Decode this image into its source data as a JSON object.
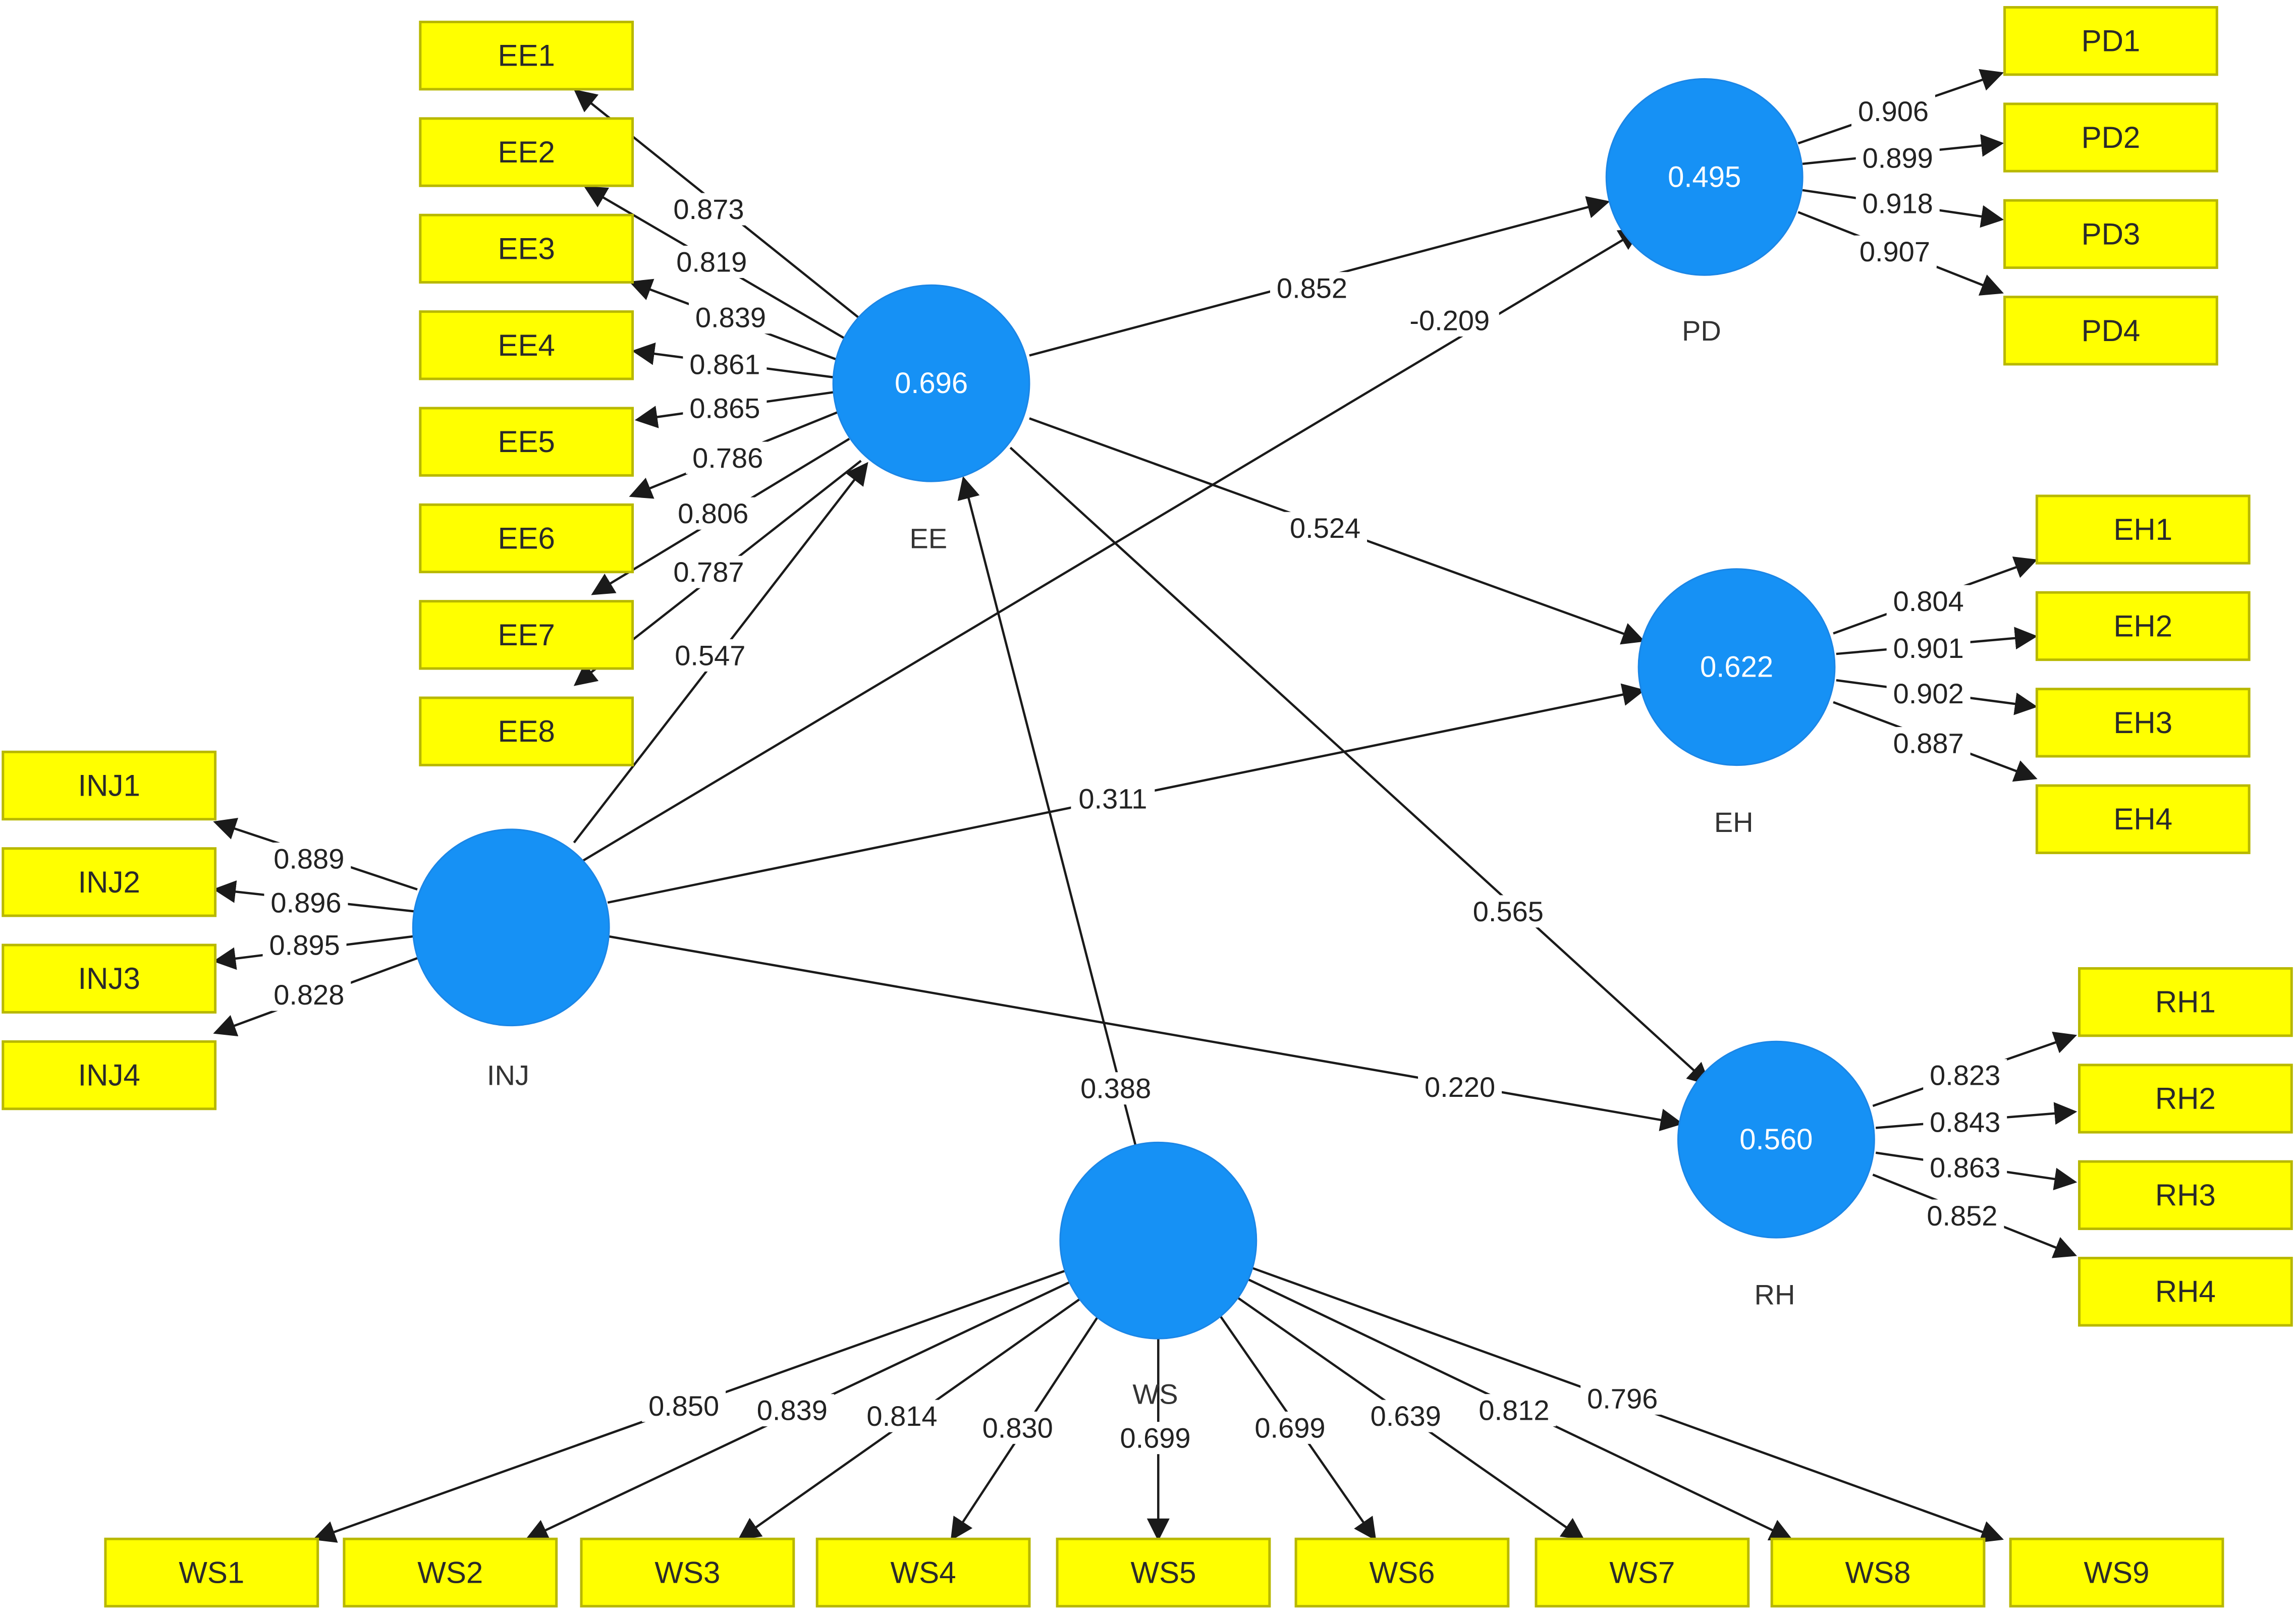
{
  "colors": {
    "construct_fill": "#1691f5",
    "indicator_fill": "#ffff00",
    "arrow": "#1a1a1a",
    "background": "#ffffff"
  },
  "constructs": [
    {
      "id": "EE",
      "label": "EE",
      "value": "0.696"
    },
    {
      "id": "PD",
      "label": "PD",
      "value": "0.495"
    },
    {
      "id": "EH",
      "label": "EH",
      "value": "0.622"
    },
    {
      "id": "RH",
      "label": "RH",
      "value": "0.560"
    },
    {
      "id": "INJ",
      "label": "INJ",
      "value": ""
    },
    {
      "id": "WS",
      "label": "WS",
      "value": ""
    }
  ],
  "indicators": [
    {
      "id": "EE1",
      "label": "EE1"
    },
    {
      "id": "EE2",
      "label": "EE2"
    },
    {
      "id": "EE3",
      "label": "EE3"
    },
    {
      "id": "EE4",
      "label": "EE4"
    },
    {
      "id": "EE5",
      "label": "EE5"
    },
    {
      "id": "EE6",
      "label": "EE6"
    },
    {
      "id": "EE7",
      "label": "EE7"
    },
    {
      "id": "EE8",
      "label": "EE8"
    },
    {
      "id": "PD1",
      "label": "PD1"
    },
    {
      "id": "PD2",
      "label": "PD2"
    },
    {
      "id": "PD3",
      "label": "PD3"
    },
    {
      "id": "PD4",
      "label": "PD4"
    },
    {
      "id": "EH1",
      "label": "EH1"
    },
    {
      "id": "EH2",
      "label": "EH2"
    },
    {
      "id": "EH3",
      "label": "EH3"
    },
    {
      "id": "EH4",
      "label": "EH4"
    },
    {
      "id": "RH1",
      "label": "RH1"
    },
    {
      "id": "RH2",
      "label": "RH2"
    },
    {
      "id": "RH3",
      "label": "RH3"
    },
    {
      "id": "RH4",
      "label": "RH4"
    },
    {
      "id": "INJ1",
      "label": "INJ1"
    },
    {
      "id": "INJ2",
      "label": "INJ2"
    },
    {
      "id": "INJ3",
      "label": "INJ3"
    },
    {
      "id": "INJ4",
      "label": "INJ4"
    },
    {
      "id": "WS1",
      "label": "WS1"
    },
    {
      "id": "WS2",
      "label": "WS2"
    },
    {
      "id": "WS3",
      "label": "WS3"
    },
    {
      "id": "WS4",
      "label": "WS4"
    },
    {
      "id": "WS5",
      "label": "WS5"
    },
    {
      "id": "WS6",
      "label": "WS6"
    },
    {
      "id": "WS7",
      "label": "WS7"
    },
    {
      "id": "WS8",
      "label": "WS8"
    },
    {
      "id": "WS9",
      "label": "WS9"
    }
  ],
  "paths": [
    {
      "from": "EE",
      "to": "PD",
      "value": "0.852"
    },
    {
      "from": "INJ",
      "to": "PD",
      "value": "-0.209"
    },
    {
      "from": "EE",
      "to": "EH",
      "value": "0.524"
    },
    {
      "from": "INJ",
      "to": "EH",
      "value": "0.311"
    },
    {
      "from": "EE",
      "to": "RH",
      "value": "0.565"
    },
    {
      "from": "INJ",
      "to": "RH",
      "value": "0.220"
    },
    {
      "from": "INJ",
      "to": "EE",
      "value": "0.547"
    },
    {
      "from": "WS",
      "to": "EE",
      "value": "0.388"
    }
  ],
  "loadings": [
    {
      "construct": "EE",
      "indicator": "EE1",
      "value": "0.873"
    },
    {
      "construct": "EE",
      "indicator": "EE2",
      "value": "0.819"
    },
    {
      "construct": "EE",
      "indicator": "EE3",
      "value": "0.839"
    },
    {
      "construct": "EE",
      "indicator": "EE4",
      "value": "0.861"
    },
    {
      "construct": "EE",
      "indicator": "EE5",
      "value": "0.865"
    },
    {
      "construct": "EE",
      "indicator": "EE6",
      "value": "0.786"
    },
    {
      "construct": "EE",
      "indicator": "EE7",
      "value": "0.806"
    },
    {
      "construct": "EE",
      "indicator": "EE8",
      "value": "0.787"
    },
    {
      "construct": "PD",
      "indicator": "PD1",
      "value": "0.906"
    },
    {
      "construct": "PD",
      "indicator": "PD2",
      "value": "0.899"
    },
    {
      "construct": "PD",
      "indicator": "PD3",
      "value": "0.918"
    },
    {
      "construct": "PD",
      "indicator": "PD4",
      "value": "0.907"
    },
    {
      "construct": "EH",
      "indicator": "EH1",
      "value": "0.804"
    },
    {
      "construct": "EH",
      "indicator": "EH2",
      "value": "0.901"
    },
    {
      "construct": "EH",
      "indicator": "EH3",
      "value": "0.902"
    },
    {
      "construct": "EH",
      "indicator": "EH4",
      "value": "0.887"
    },
    {
      "construct": "RH",
      "indicator": "RH1",
      "value": "0.823"
    },
    {
      "construct": "RH",
      "indicator": "RH2",
      "value": "0.843"
    },
    {
      "construct": "RH",
      "indicator": "RH3",
      "value": "0.863"
    },
    {
      "construct": "RH",
      "indicator": "RH4",
      "value": "0.852"
    },
    {
      "construct": "INJ",
      "indicator": "INJ1",
      "value": "0.889"
    },
    {
      "construct": "INJ",
      "indicator": "INJ2",
      "value": "0.896"
    },
    {
      "construct": "INJ",
      "indicator": "INJ3",
      "value": "0.895"
    },
    {
      "construct": "INJ",
      "indicator": "INJ4",
      "value": "0.828"
    },
    {
      "construct": "WS",
      "indicator": "WS1",
      "value": "0.850"
    },
    {
      "construct": "WS",
      "indicator": "WS2",
      "value": "0.839"
    },
    {
      "construct": "WS",
      "indicator": "WS3",
      "value": "0.814"
    },
    {
      "construct": "WS",
      "indicator": "WS4",
      "value": "0.830"
    },
    {
      "construct": "WS",
      "indicator": "WS5",
      "value": "0.699"
    },
    {
      "construct": "WS",
      "indicator": "WS6",
      "value": "0.699"
    },
    {
      "construct": "WS",
      "indicator": "WS7",
      "value": "0.639"
    },
    {
      "construct": "WS",
      "indicator": "WS8",
      "value": "0.812"
    },
    {
      "construct": "WS",
      "indicator": "WS9",
      "value": "0.796"
    }
  ]
}
